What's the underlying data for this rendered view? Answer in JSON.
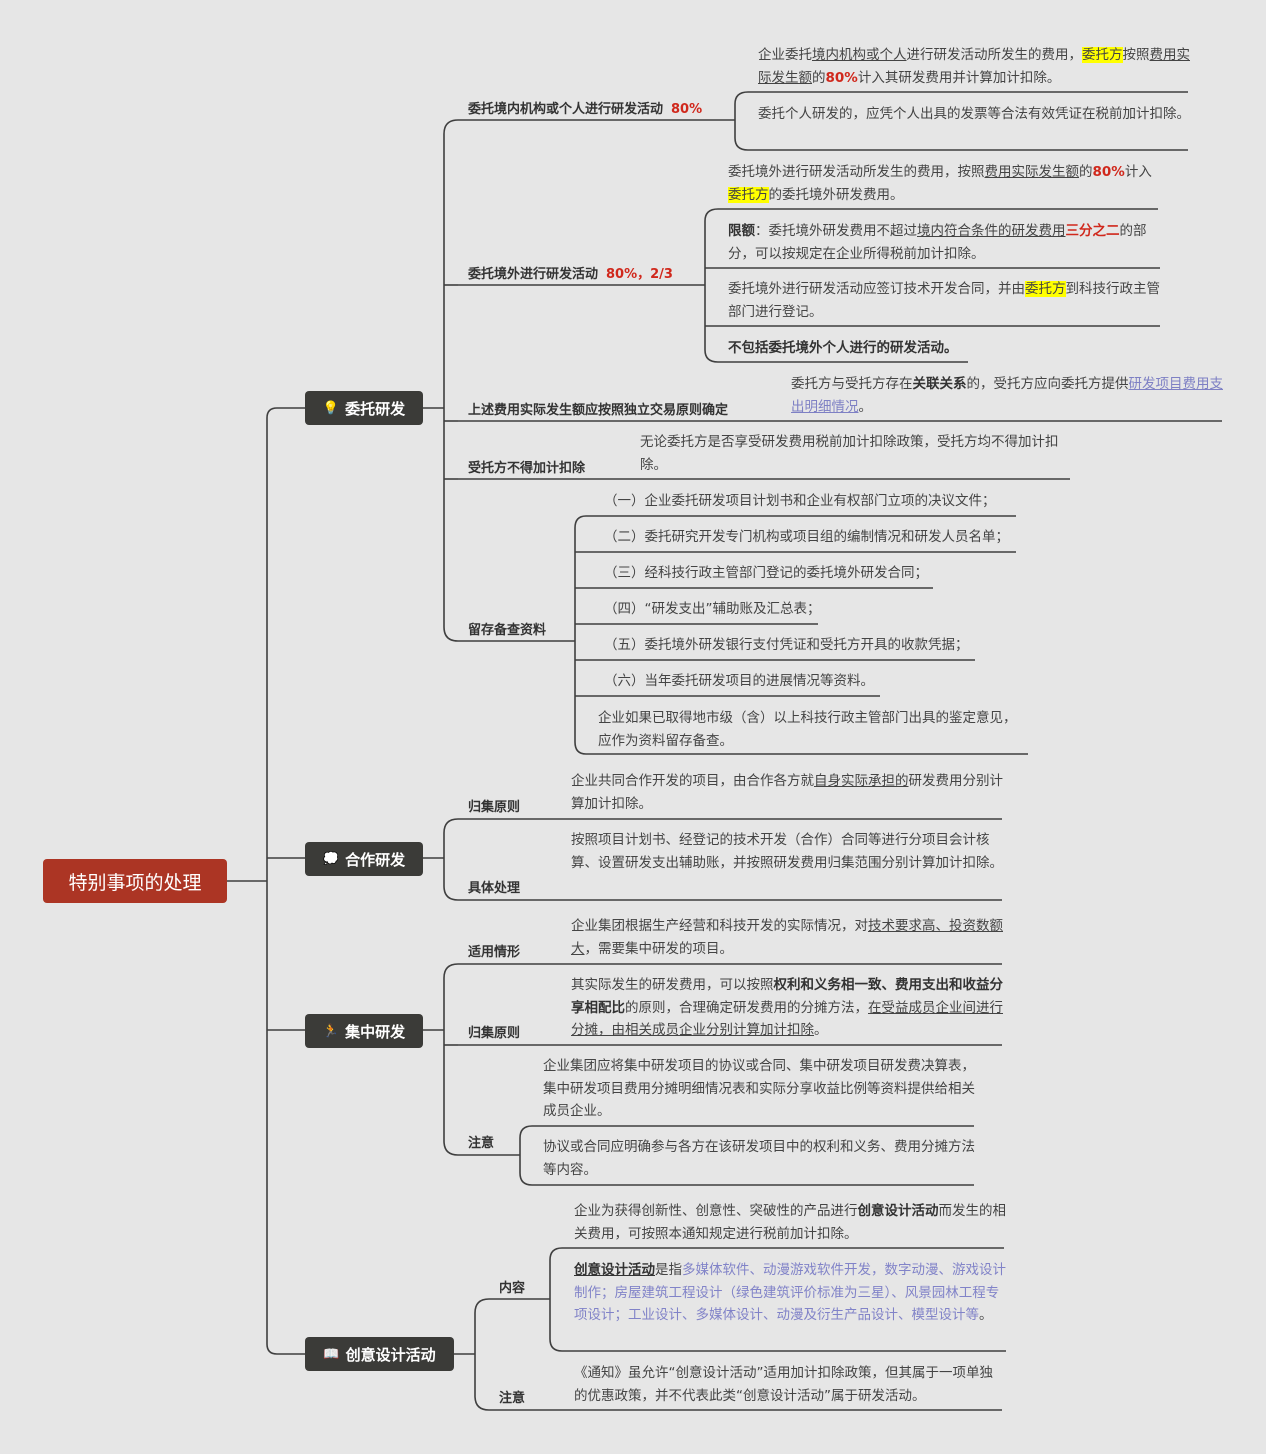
{
  "root": {
    "label": "特别事项的处理"
  },
  "colors": {
    "root": "#ac3524",
    "branch": "#3b3b38",
    "accent_red": "#d0281c",
    "highlight": "#ffff00",
    "link": "#7e80c4"
  },
  "branches": {
    "weituo": {
      "icon": "lightbulb-icon",
      "glyph": "💡",
      "label": "委托研发",
      "subs": {
        "domestic": {
          "label": "委托境内机构或个人进行研发活动",
          "pct": "80%",
          "leaves": {
            "l1": {
              "t1": "企业委托",
              "t2": "境内机构或个人",
              "t3": "进行研发活动所发生的费用，",
              "t4": "委托方",
              "t5": "按照",
              "t6": "费用实际发生额",
              "t7": "的",
              "t8": "80%",
              "t9": "计入其研发费用并计算加计扣除。"
            },
            "l2": {
              "text": "委托个人研发的，应凭个人出具的发票等合法有效凭证在税前加计扣除。"
            }
          }
        },
        "overseas": {
          "label": "委托境外进行研发活动",
          "pct": "80%，2/3",
          "leaves": {
            "l1": {
              "t1": "委托境外进行研发活动所发生的费用，按照",
              "t2": "费用实际发生额",
              "t3": "的",
              "t4": "80%",
              "t5": "计入",
              "t6": "委托方",
              "t7": "的委托境外研发费用。"
            },
            "l2": {
              "t1": "限额",
              "t2": "：委托境外研发费用不超过",
              "t3": "境内符合条件的研发费用",
              "t4": "三分之二",
              "t5": "的部分，可以按规定在企业所得税前加计扣除。"
            },
            "l3": {
              "t1": "委托境外进行研发活动应签订技术开发合同，并由",
              "t2": "委托方",
              "t3": "到科技行政主管部门进行登记。"
            },
            "l4": {
              "text": "不包括委托境外个人进行的研发活动。"
            }
          }
        },
        "arm": {
          "label": "上述费用实际发生额应按照独立交易原则确定",
          "leaf": {
            "t1": "委托方与受托方存在",
            "t2": "关联关系",
            "t3": "的，受托方应向委托方提供",
            "t4": "研发项目费用支出明细情况",
            "t5": "。"
          }
        },
        "receiver": {
          "label": "受托方不得加计扣除",
          "leaf": {
            "text": "无论委托方是否享受研发费用税前加计扣除政策，受托方均不得加计扣除。"
          }
        },
        "records": {
          "label": "留存备查资料",
          "items": [
            "（一）企业委托研发项目计划书和企业有权部门立项的决议文件；",
            "（二）委托研究开发专门机构或项目组的编制情况和研发人员名单；",
            "（三）经科技行政主管部门登记的委托境外研发合同；",
            "（四）“研发支出”辅助账及汇总表；",
            "（五）委托境外研发银行支付凭证和受托方开具的收款凭据；",
            "（六）当年委托研发项目的进展情况等资料。"
          ],
          "last": "企业如果已取得地市级（含）以上科技行政主管部门出具的鉴定意见，应作为资料留存备查。"
        }
      }
    },
    "hezuo": {
      "icon": "thought-bubble-icon",
      "glyph": "💭",
      "label": "合作研发",
      "subs": {
        "collect": {
          "label": "归集原则",
          "leaf": {
            "t1": "企业共同合作开发的项目，由合作各方就",
            "t2": "自身实际承担的",
            "t3": "研发费用分别计算加计扣除。"
          }
        },
        "handle": {
          "label": "具体处理",
          "leaf": {
            "text": "按照项目计划书、经登记的技术开发（合作）合同等进行分项目会计核算、设置研发支出辅助账，并按照研发费用归集范围分别计算加计扣除。"
          }
        }
      }
    },
    "jizhong": {
      "icon": "runner-icon",
      "glyph": "🏃",
      "label": "集中研发",
      "subs": {
        "scope": {
          "label": "适用情形",
          "leaf": {
            "t1": "企业集团根据生产经营和科技开发的实际情况，对",
            "t2": "技术要求高、投资数额大",
            "t3": "，需要集中研发的项目。"
          }
        },
        "collect": {
          "label": "归集原则",
          "leaf": {
            "t1": "其实际发生的研发费用，可以按照",
            "t2": "权利和义务相一致、费用支出和收益分享相配比",
            "t3": "的原则，合理确定研发费用的分摊方法，",
            "t4": "在受益成员企业间进行分摊，由相关成员企业分别计算加计扣除",
            "t5": "。"
          }
        },
        "note": {
          "label": "注意",
          "leaves": {
            "l1": {
              "text": "企业集团应将集中研发项目的协议或合同、集中研发项目研发费决算表，集中研发项目费用分摊明细情况表和实际分享收益比例等资料提供给相关成员企业。"
            },
            "l2": {
              "text": "协议或合同应明确参与各方在该研发项目中的权利和义务、费用分摊方法等内容。"
            }
          }
        }
      }
    },
    "chuangyi": {
      "icon": "book-icon",
      "glyph": "📖",
      "label": "创意设计活动",
      "subs": {
        "content": {
          "label": "内容",
          "leaves": {
            "l1": {
              "t1": "企业为获得创新性、创意性、突破性的产品进行",
              "t2": "创意设计活动",
              "t3": "而发生的相关费用，可按照本通知规定进行税前加计扣除。"
            },
            "l2": {
              "t1": "创意设计活动",
              "t2": "是指",
              "t3": "多媒体软件、动漫游戏软件开发，数字动漫、游戏设计制作；房屋建筑工程设计（绿色建筑评价标准为三星）、风景园林工程专项设计；工业设计、多媒体设计、动漫及衍生产品设计、模型设计等",
              "t4": "。"
            }
          }
        },
        "note": {
          "label": "注意",
          "leaf": {
            "text": "《通知》虽允许“创意设计活动”适用加计扣除政策，但其属于一项单独的优惠政策，并不代表此类“创意设计活动”属于研发活动。"
          }
        }
      }
    }
  }
}
